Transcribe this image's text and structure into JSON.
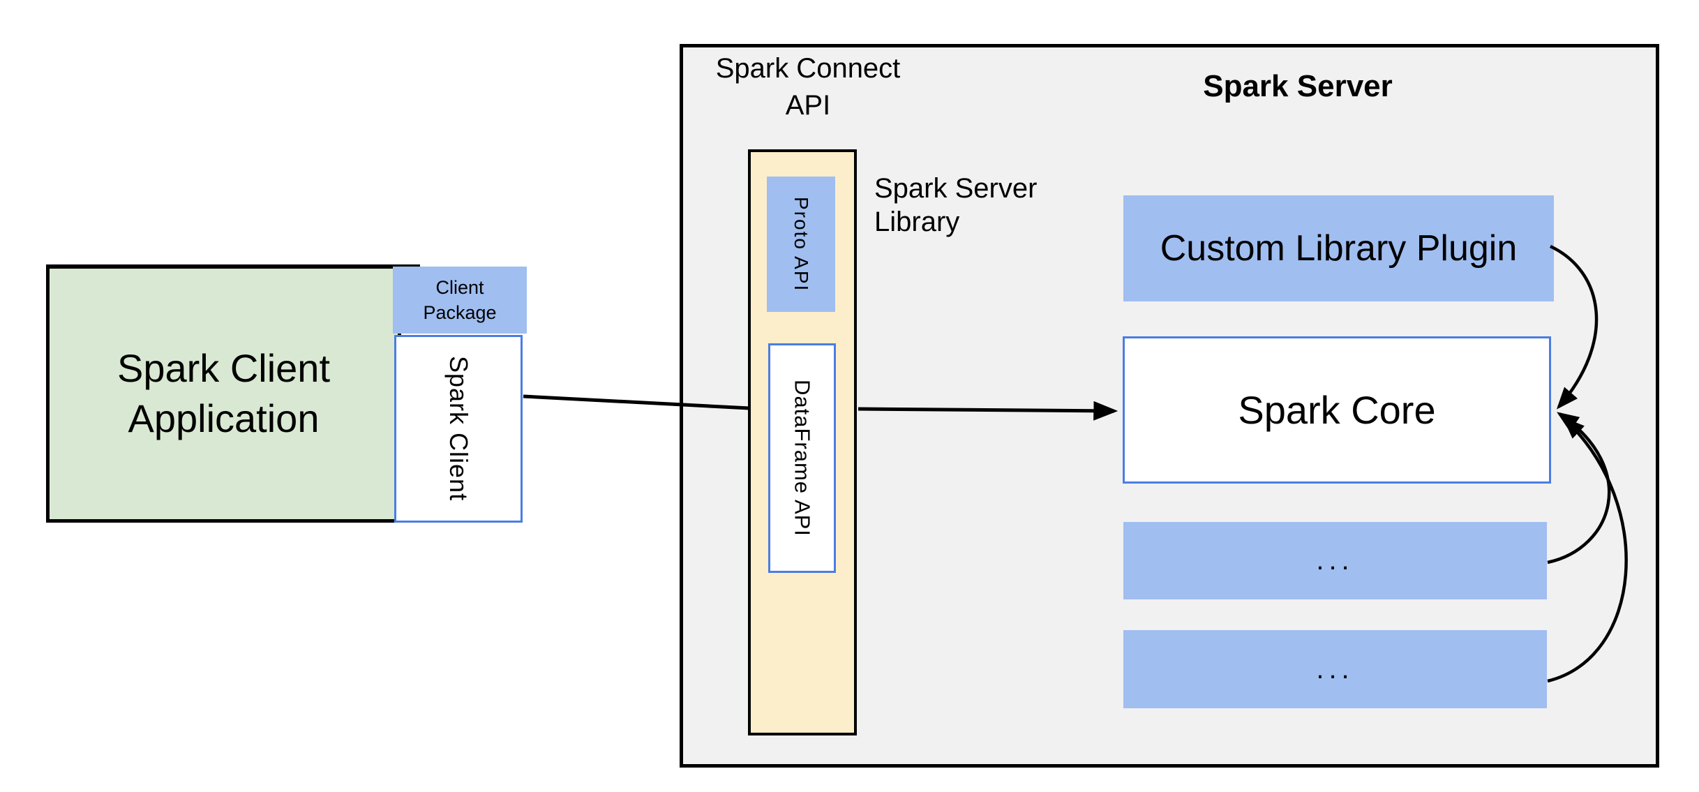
{
  "diagram": {
    "client": {
      "application_line1": "Spark Client",
      "application_line2": "Application",
      "package_line1": "Client",
      "package_line2": "Package",
      "spark_client_label": "Spark Client"
    },
    "connect_api": {
      "title_line1": "Spark Connect",
      "title_line2": "API",
      "proto_api_label": "Proto API",
      "dataframe_api_label": "DataFrame API"
    },
    "server": {
      "title": "Spark Server",
      "library_line1": "Spark Server",
      "library_line2": "Library",
      "plugin_label": "Custom Library Plugin",
      "core_label": "Spark Core",
      "extension_1_label": "...",
      "extension_2_label": "..."
    }
  },
  "colors": {
    "green": "#d9e8d2",
    "blue": "#a0bef0",
    "yellow": "#fdeecb",
    "gray": "#f1f1f2",
    "border-blue": "#4a7de2",
    "ink": "#000000",
    "paper": "#ffffff"
  }
}
